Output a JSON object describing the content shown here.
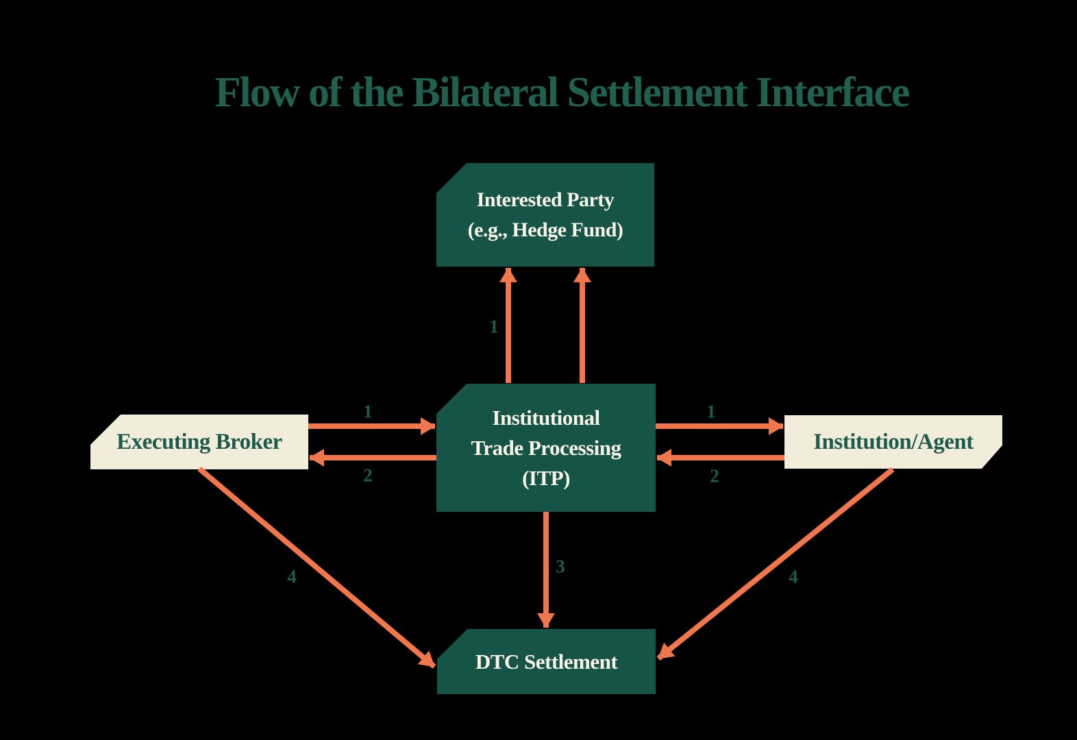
{
  "title": "Flow of the Bilateral Settlement Interface",
  "colors": {
    "background": "#000000",
    "box_green": "#175448",
    "box_cream": "#f2ecda",
    "text_on_green": "#f8f3e7",
    "text_green": "#1d5c4c",
    "title_green": "#20604f",
    "arrow_orange": "#f0764b"
  },
  "nodes": {
    "interested_party": "Interested Party\n(e.g., Hedge Fund)",
    "itp": "Institutional\nTrade Processing\n(ITP)",
    "executing_broker": "Executing Broker",
    "institution_agent": "Institution/Agent",
    "dtc_settlement": "DTC Settlement"
  },
  "steps": {
    "itp_to_party": "1",
    "broker_to_itp": "1",
    "itp_to_broker": "2",
    "itp_to_agent": "1",
    "agent_to_itp": "2",
    "itp_to_dtc": "3",
    "broker_to_dtc": "4",
    "agent_to_dtc": "4"
  }
}
